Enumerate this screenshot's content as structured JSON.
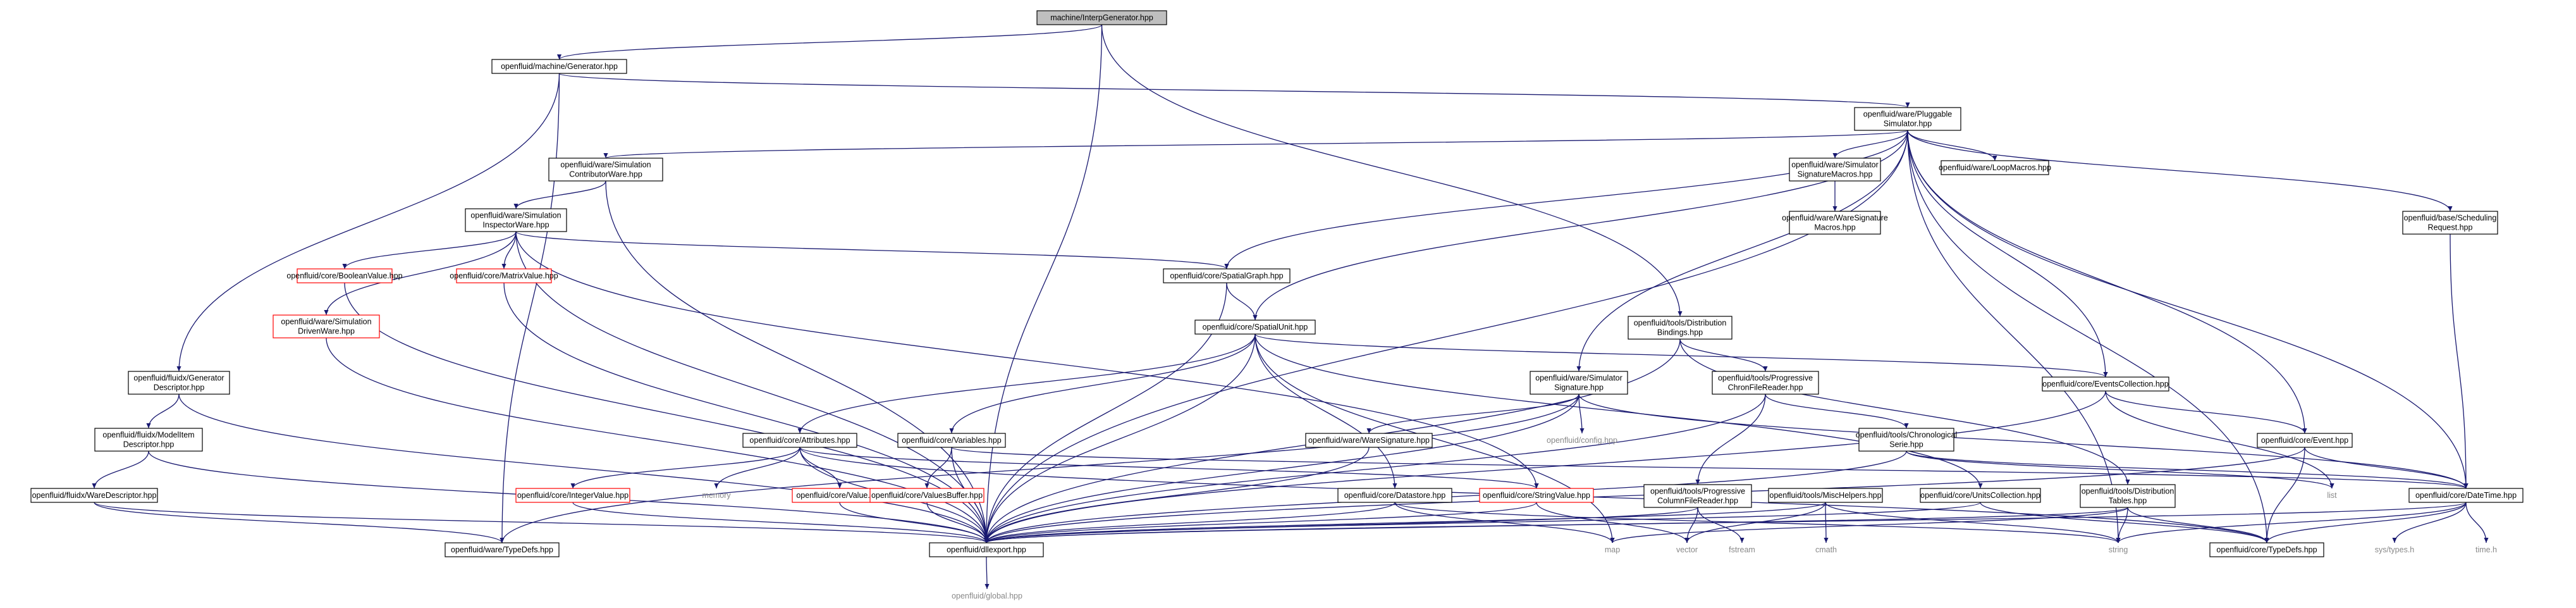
{
  "graph": {
    "colors": {
      "edge": "#191970",
      "node_border": "#000000",
      "node_border_missing": "#ff0000",
      "root_fill": "#bfbfbf",
      "external_text": "#888888"
    },
    "nodes": [
      {
        "id": "root",
        "lines": [
          "machine/InterpGenerator.hpp"
        ],
        "style": "root"
      },
      {
        "id": "gen",
        "lines": [
          "openfluid/machine/Generator.hpp"
        ]
      },
      {
        "id": "pluggable",
        "lines": [
          "openfluid/ware/Pluggable",
          "Simulator.hpp"
        ]
      },
      {
        "id": "contrib",
        "lines": [
          "openfluid/ware/Simulation",
          "ContributorWare.hpp"
        ]
      },
      {
        "id": "simmacros",
        "lines": [
          "openfluid/ware/Simulator",
          "SignatureMacros.hpp"
        ]
      },
      {
        "id": "loopmacros",
        "lines": [
          "openfluid/ware/LoopMacros.hpp"
        ]
      },
      {
        "id": "wsigmacros",
        "lines": [
          "openfluid/ware/WareSignature",
          "Macros.hpp"
        ]
      },
      {
        "id": "scheduling",
        "lines": [
          "openfluid/base/Scheduling",
          "Request.hpp"
        ]
      },
      {
        "id": "inspector",
        "lines": [
          "openfluid/ware/Simulation",
          "InspectorWare.hpp"
        ]
      },
      {
        "id": "boolval",
        "lines": [
          "openfluid/core/BooleanValue.hpp"
        ],
        "style": "red"
      },
      {
        "id": "matrixval",
        "lines": [
          "openfluid/core/MatrixValue.hpp"
        ],
        "style": "red"
      },
      {
        "id": "spatialgraph",
        "lines": [
          "openfluid/core/SpatialGraph.hpp"
        ]
      },
      {
        "id": "drivenware",
        "lines": [
          "openfluid/ware/Simulation",
          "DrivenWare.hpp"
        ],
        "style": "red"
      },
      {
        "id": "spatialunit",
        "lines": [
          "openfluid/core/SpatialUnit.hpp"
        ]
      },
      {
        "id": "distbind",
        "lines": [
          "openfluid/tools/Distribution",
          "Bindings.hpp"
        ]
      },
      {
        "id": "gendesc",
        "lines": [
          "openfluid/fluidx/Generator",
          "Descriptor.hpp"
        ]
      },
      {
        "id": "simsig",
        "lines": [
          "openfluid/ware/Simulator",
          "Signature.hpp"
        ]
      },
      {
        "id": "progchron",
        "lines": [
          "openfluid/tools/Progressive",
          "ChronFileReader.hpp"
        ]
      },
      {
        "id": "eventscoll",
        "lines": [
          "openfluid/core/EventsCollection.hpp"
        ]
      },
      {
        "id": "modelitem",
        "lines": [
          "openfluid/fluidx/ModelItem",
          "Descriptor.hpp"
        ]
      },
      {
        "id": "attributes",
        "lines": [
          "openfluid/core/Attributes.hpp"
        ]
      },
      {
        "id": "variables",
        "lines": [
          "openfluid/core/Variables.hpp"
        ]
      },
      {
        "id": "waresig",
        "lines": [
          "openfluid/ware/WareSignature.hpp"
        ]
      },
      {
        "id": "config",
        "lines": [
          "openfluid/config.hpp"
        ],
        "style": "ext"
      },
      {
        "id": "chronserie",
        "lines": [
          "openfluid/tools/Chronological",
          "Serie.hpp"
        ]
      },
      {
        "id": "event",
        "lines": [
          "openfluid/core/Event.hpp"
        ]
      },
      {
        "id": "waredesc",
        "lines": [
          "openfluid/fluidx/WareDescriptor.hpp"
        ]
      },
      {
        "id": "intval",
        "lines": [
          "openfluid/core/IntegerValue.hpp"
        ],
        "style": "red"
      },
      {
        "id": "memory",
        "lines": [
          "memory"
        ],
        "style": "ext"
      },
      {
        "id": "value",
        "lines": [
          "openfluid/core/Value.hpp"
        ],
        "style": "red"
      },
      {
        "id": "valuesbuf",
        "lines": [
          "openfluid/core/ValuesBuffer.hpp"
        ],
        "style": "red"
      },
      {
        "id": "datastore",
        "lines": [
          "openfluid/core/Datastore.hpp"
        ]
      },
      {
        "id": "stringval",
        "lines": [
          "openfluid/core/StringValue.hpp"
        ],
        "style": "red"
      },
      {
        "id": "progcol",
        "lines": [
          "openfluid/tools/Progressive",
          "ColumnFileReader.hpp"
        ]
      },
      {
        "id": "mischelp",
        "lines": [
          "openfluid/tools/MiscHelpers.hpp"
        ]
      },
      {
        "id": "unitscoll",
        "lines": [
          "openfluid/core/UnitsCollection.hpp"
        ]
      },
      {
        "id": "disttables",
        "lines": [
          "openfluid/tools/Distribution",
          "Tables.hpp"
        ]
      },
      {
        "id": "list",
        "lines": [
          "list"
        ],
        "style": "ext"
      },
      {
        "id": "datetime",
        "lines": [
          "openfluid/core/DateTime.hpp"
        ]
      },
      {
        "id": "waretypedefs",
        "lines": [
          "openfluid/ware/TypeDefs.hpp"
        ]
      },
      {
        "id": "dllexport",
        "lines": [
          "openfluid/dllexport.hpp"
        ]
      },
      {
        "id": "map",
        "lines": [
          "map"
        ],
        "style": "ext"
      },
      {
        "id": "vector",
        "lines": [
          "vector"
        ],
        "style": "ext"
      },
      {
        "id": "fstream",
        "lines": [
          "fstream"
        ],
        "style": "ext"
      },
      {
        "id": "cmath",
        "lines": [
          "cmath"
        ],
        "style": "ext"
      },
      {
        "id": "string",
        "lines": [
          "string"
        ],
        "style": "ext"
      },
      {
        "id": "coretypedefs",
        "lines": [
          "openfluid/core/TypeDefs.hpp"
        ]
      },
      {
        "id": "systypes",
        "lines": [
          "sys/types.h"
        ],
        "style": "ext"
      },
      {
        "id": "timeh",
        "lines": [
          "time.h"
        ],
        "style": "ext"
      },
      {
        "id": "global",
        "lines": [
          "openfluid/global.hpp"
        ],
        "style": "ext"
      }
    ]
  }
}
